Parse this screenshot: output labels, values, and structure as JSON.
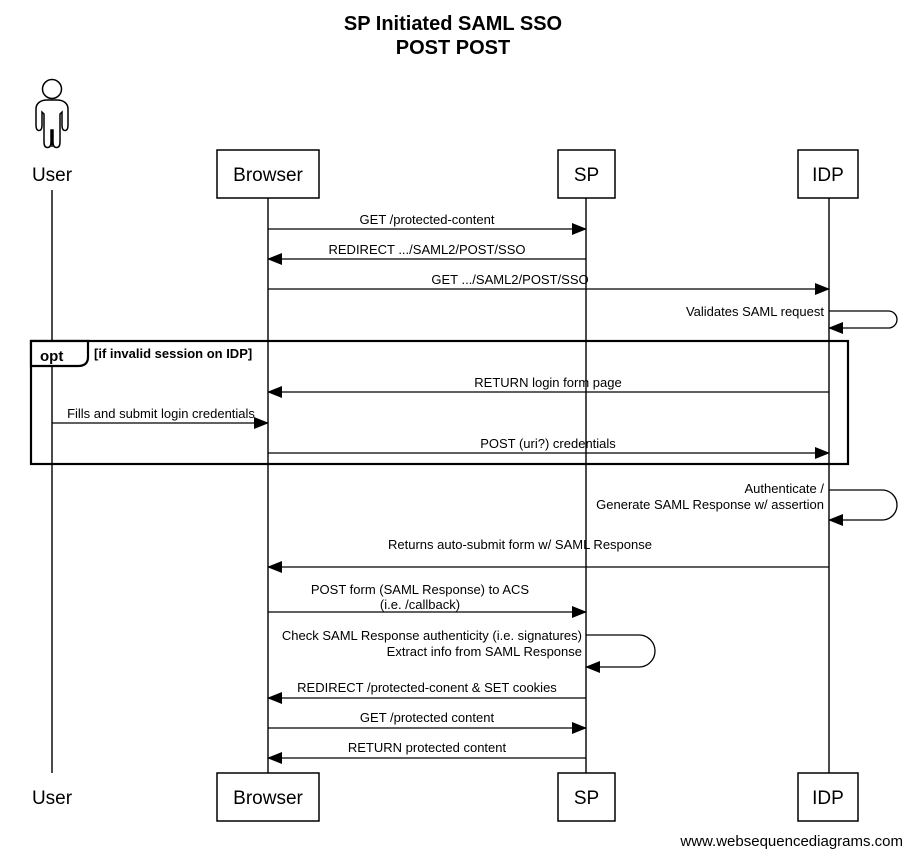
{
  "title": {
    "line1": "SP Initiated SAML SSO",
    "line2": "POST POST"
  },
  "actors": {
    "user": {
      "label": "User"
    },
    "browser": {
      "label": "Browser"
    },
    "sp": {
      "label": "SP"
    },
    "idp": {
      "label": "IDP"
    }
  },
  "fragment": {
    "operator": "opt",
    "guard": "[if invalid session on IDP]"
  },
  "messages": {
    "get_protected_content": {
      "from": "Browser",
      "to": "SP",
      "label": "GET /protected-content"
    },
    "redirect_sso": {
      "from": "SP",
      "to": "Browser",
      "label": "REDIRECT .../SAML2/POST/SSO"
    },
    "get_sso": {
      "from": "Browser",
      "to": "IDP",
      "label": "GET .../SAML2/POST/SSO"
    },
    "validates_request": {
      "actor": "IDP",
      "type": "self",
      "label": "Validates SAML request"
    },
    "return_login_form": {
      "from": "IDP",
      "to": "Browser",
      "label": "RETURN login form page"
    },
    "fills_credentials": {
      "from": "User",
      "to": "Browser",
      "label": "Fills and submit login credentials"
    },
    "post_credentials": {
      "from": "Browser",
      "to": "IDP",
      "label": "POST (uri?) credentials"
    },
    "authenticate": {
      "actor": "IDP",
      "type": "self",
      "line1": "Authenticate /",
      "line2": "Generate SAML Response w/ assertion"
    },
    "returns_autosubmit_form": {
      "from": "IDP",
      "to": "Browser",
      "label": "Returns auto-submit form w/ SAML Response"
    },
    "post_form_acs": {
      "from": "Browser",
      "to": "SP",
      "line1": "POST form (SAML Response) to ACS",
      "line2": "(i.e. /callback)"
    },
    "check_response": {
      "actor": "SP",
      "type": "self",
      "line1": "Check SAML Response authenticity (i.e. signatures)",
      "line2": "Extract info from SAML Response"
    },
    "redirect_set_cookies": {
      "from": "SP",
      "to": "Browser",
      "label": "REDIRECT /protected-conent & SET cookies"
    },
    "get_protected": {
      "from": "Browser",
      "to": "SP",
      "label": "GET /protected content"
    },
    "return_protected": {
      "from": "SP",
      "to": "Browser",
      "label": "RETURN protected content"
    }
  },
  "watermark": "www.websequencediagrams.com",
  "colors": {
    "line": "#000000",
    "background": "#ffffff"
  }
}
